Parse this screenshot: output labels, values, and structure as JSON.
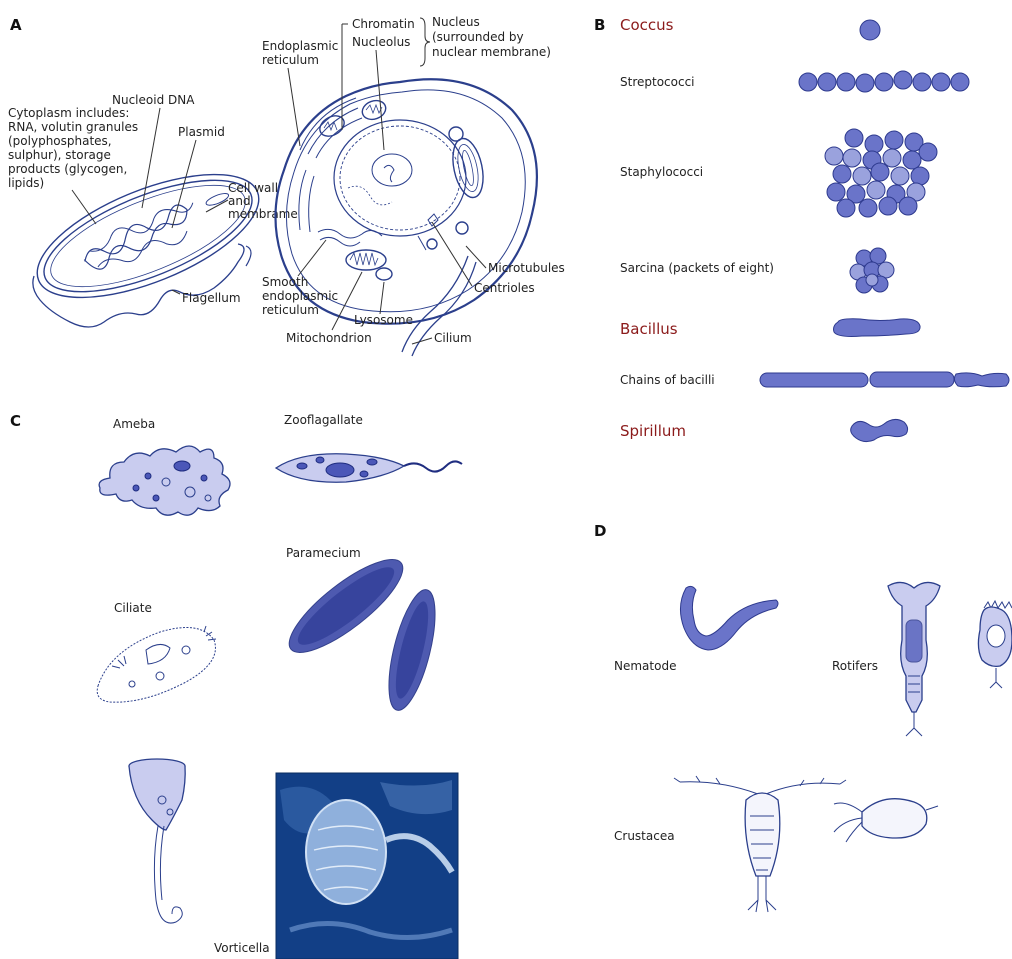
{
  "panels": {
    "a": "A",
    "b": "B",
    "c": "C",
    "d": "D"
  },
  "panel_a": {
    "cytoplasm": [
      "Cytoplasm includes:",
      "RNA, volutin granules",
      "(polyphosphates,",
      "sulphur), storage",
      "products (glycogen,",
      "lipids)"
    ],
    "nucleoid_dna": "Nucleoid DNA",
    "plasmid": "Plasmid",
    "cell_wall": [
      "Cell wall",
      "and",
      "membrame"
    ],
    "flagellum": "Flagellum",
    "er": [
      "Endoplasmic",
      "reticulum"
    ],
    "chromatin": "Chromatin",
    "nucleolus": "Nucleolus",
    "nucleus": [
      "Nucleus",
      "(surrounded by",
      "nuclear membrane)"
    ],
    "microtubules": "Microtubules",
    "centrioles": "Centrioles",
    "smooth_er": [
      "Smooth",
      "endoplasmic",
      "reticulum"
    ],
    "lysosome": "Lysosome",
    "mitochondrion": "Mitochondrion",
    "cilium": "Cilium"
  },
  "panel_b": {
    "coccus": "Coccus",
    "streptococci": "Streptococci",
    "staphylococci": "Staphylococci",
    "sarcina": "Sarcina (packets of eight)",
    "bacillus": "Bacillus",
    "chains": "Chains of bacilli",
    "spirillum": "Spirillum"
  },
  "panel_c": {
    "ameba": "Ameba",
    "zooflagellate": "Zooflagallate",
    "paramecium": "Paramecium",
    "ciliate": "Ciliate",
    "vorticella": "Vorticella"
  },
  "panel_d": {
    "nematode": "Nematode",
    "rotifers": "Rotifers",
    "crustacea": "Crustacea"
  },
  "colors": {
    "accent_red": "#8b1a1a",
    "cell_blue": "#6a74c9",
    "ink_blue": "#2b3f8c"
  }
}
